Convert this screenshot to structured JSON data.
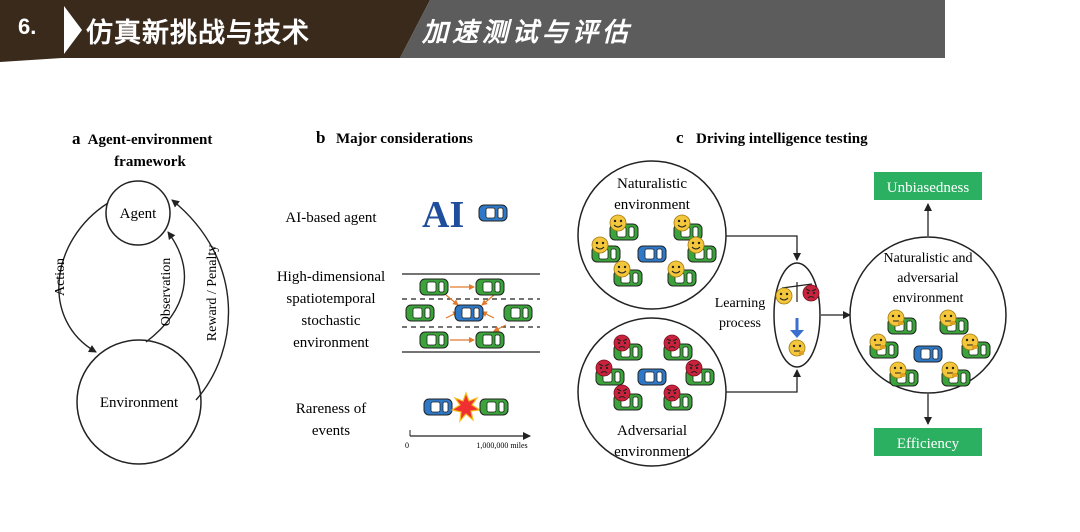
{
  "header": {
    "section_number": "6.",
    "title": "仿真新挑战与技术",
    "subtitle": "加速测试与评估"
  },
  "panel_a": {
    "letter": "a",
    "title_line1": "Agent-environment",
    "title_line2": "framework",
    "agent": "Agent",
    "environment": "Environment",
    "action": "Action",
    "observation": "Observation",
    "reward": "Reward / Penalty"
  },
  "panel_b": {
    "letter": "b",
    "title": "Major considerations",
    "row1": "AI-based agent",
    "ai_logo": "AI",
    "row2_line1": "High-dimensional",
    "row2_line2": "spatiotemporal",
    "row2_line3": "stochastic",
    "row2_line4": "environment",
    "row3_line1": "Rareness of",
    "row3_line2": "events",
    "axis_start": "0",
    "axis_end": "1,000,000 miles"
  },
  "panel_c": {
    "letter": "c",
    "title": "Driving intelligence testing",
    "naturalistic_line1": "Naturalistic",
    "naturalistic_line2": "environment",
    "adversarial_line1": "Adversarial",
    "adversarial_line2": "environment",
    "learning_line1": "Learning",
    "learning_line2": "process",
    "combined_line1": "Naturalistic and",
    "combined_line2": "adversarial",
    "combined_line3": "environment",
    "unbiasedness": "Unbiasedness",
    "efficiency": "Efficiency"
  },
  "colors": {
    "header_dark": "#3a2a1c",
    "header_gray": "#5c5c5c",
    "ai_blue": "#1f4e9c",
    "box_green": "#2bb062",
    "car_green": "#3aa43a",
    "car_blue": "#2e78c8",
    "face_yellow": "#f4c63c",
    "face_red": "#c8223c"
  }
}
